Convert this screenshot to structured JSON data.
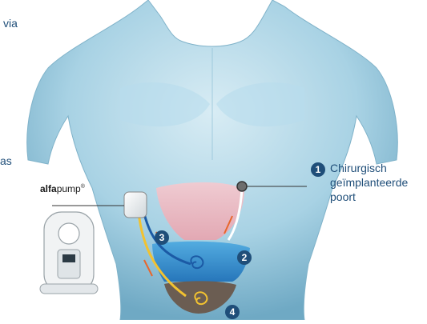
{
  "left_fragments": {
    "top": "via",
    "middle": "as"
  },
  "pump_label": {
    "brand_bold": "alfa",
    "brand_rest": "pump",
    "mark": "®"
  },
  "callout": {
    "number": "1",
    "lines": [
      "Chirurgisch",
      "geïmplanteerde",
      "poort"
    ]
  },
  "badges": [
    "2",
    "3",
    "4"
  ],
  "colors": {
    "text_blue": "#1f4e79",
    "body_light": "#c9e3ee",
    "body_mid": "#9ccbe0",
    "body_dark": "#6aaac8",
    "bladder_pink": "#f2bcc4",
    "fluid_blue": "#2f8fd0",
    "tube_yellow": "#f2c230",
    "tube_blue": "#1b5aa5",
    "arrow_orange": "#e8662c",
    "badge_navy": "#1f4e79"
  }
}
